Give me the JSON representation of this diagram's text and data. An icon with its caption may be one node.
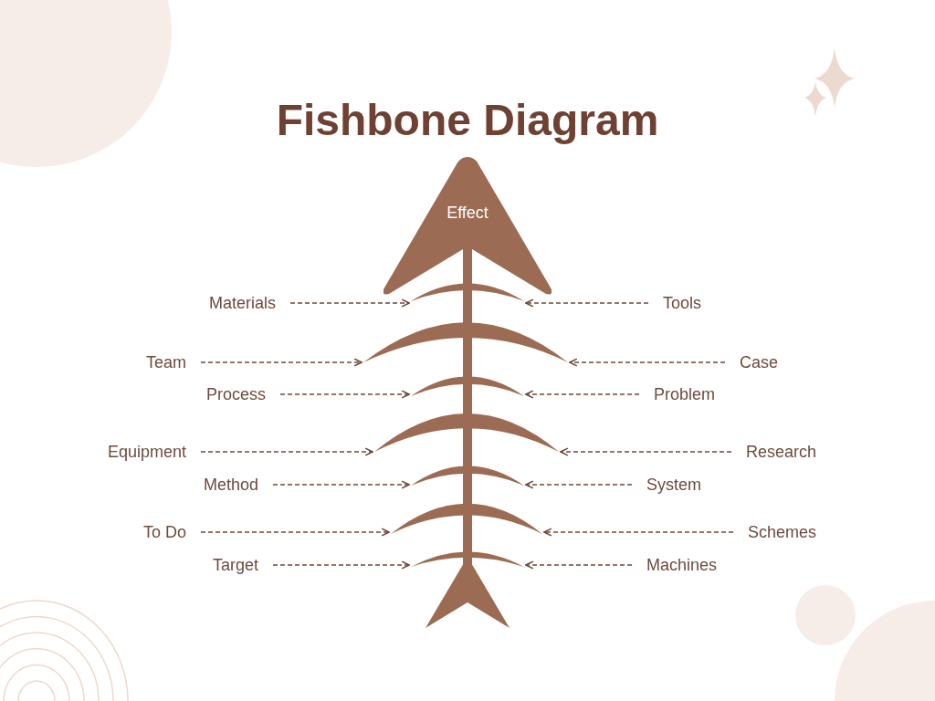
{
  "diagram": {
    "title": "Fishbone Diagram",
    "nodes": [
      {
        "text": [
          "Effect"
        ]
      },
      {
        "text": [
          "Materials"
        ]
      },
      {
        "text": [
          "Tools"
        ]
      },
      {
        "text": [
          "Team"
        ]
      },
      {
        "text": [
          "Case"
        ]
      },
      {
        "text": [
          "Process"
        ]
      },
      {
        "text": [
          "Problem"
        ]
      },
      {
        "text": [
          "Equipment"
        ]
      },
      {
        "text": [
          "Research"
        ]
      },
      {
        "text": [
          "Method"
        ]
      },
      {
        "text": [
          "System"
        ]
      },
      {
        "text": [
          "To Do"
        ]
      },
      {
        "text": [
          "Schemes"
        ]
      },
      {
        "text": [
          "Target"
        ]
      },
      {
        "text": [
          "Machines"
        ]
      },
      {
        "text": [],
        "shape": "bar"
      },
      {
        "text": [],
        "shape": "bar"
      },
      {
        "text": [],
        "shape": "bar"
      },
      {
        "text": [],
        "shape": "bar"
      },
      {
        "text": [],
        "shape": "bar"
      },
      {
        "text": [],
        "shape": "bar"
      },
      {
        "text": [],
        "shape": "bar"
      }
    ],
    "edges": [
      {
        "from": 1,
        "to": 15,
        "arrow": "to",
        "style": "dashed"
      },
      {
        "from": 2,
        "to": 15,
        "arrow": "to",
        "style": "dashed"
      },
      {
        "from": 3,
        "to": 16,
        "arrow": "to",
        "style": "dashed"
      },
      {
        "from": 4,
        "to": 16,
        "arrow": "to",
        "style": "dashed"
      },
      {
        "from": 5,
        "to": 17,
        "arrow": "to",
        "style": "dashed"
      },
      {
        "from": 6,
        "to": 17,
        "arrow": "to",
        "style": "dashed"
      },
      {
        "from": 7,
        "to": 18,
        "arrow": "to",
        "style": "dashed"
      },
      {
        "from": 8,
        "to": 18,
        "arrow": "to",
        "style": "dashed"
      },
      {
        "from": 9,
        "to": 19,
        "arrow": "to",
        "style": "dashed"
      },
      {
        "from": 10,
        "to": 19,
        "arrow": "to",
        "style": "dashed"
      },
      {
        "from": 11,
        "to": 20,
        "arrow": "to",
        "style": "dashed"
      },
      {
        "from": 12,
        "to": 20,
        "arrow": "to",
        "style": "dashed"
      },
      {
        "from": 13,
        "to": 21,
        "arrow": "to",
        "style": "dashed"
      },
      {
        "from": 14,
        "to": 21,
        "arrow": "to",
        "style": "dashed"
      }
    ]
  }
}
